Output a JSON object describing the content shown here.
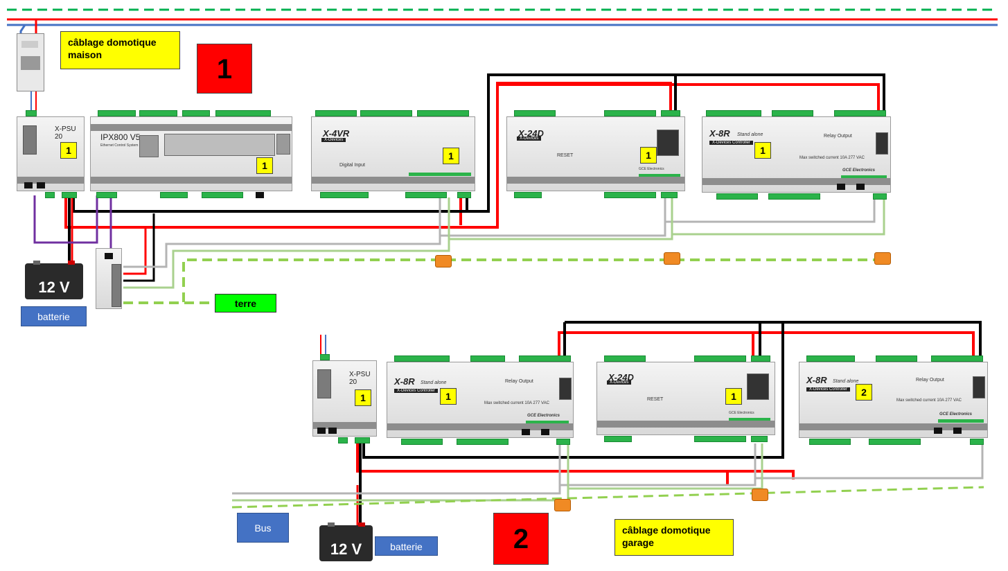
{
  "labels": {
    "house_wiring": "câblage domotique\nmaison",
    "garage_wiring": "câblage domotique\ngarage",
    "section_1": "1",
    "section_2": "2",
    "battery": "batterie",
    "earth": "terre",
    "bus": "Bus",
    "battery_voltage": "12 V"
  },
  "modules": {
    "psu_title": "X-PSU 20",
    "ipx_title": "IPX800 V5",
    "ipx_sub": "Ethernet Control System",
    "x4vr_title": "X-4VR",
    "x4vr_sub": "X-Devices",
    "x4vr_text": "Digital Input",
    "x24d_title": "X-24D",
    "x24d_sub": "X-Devices",
    "x24d_reset": "RESET",
    "x8r_title": "X-8R",
    "x8r_stand": "Stand alone",
    "x8r_sub": "X-Devices Controller",
    "x8r_relay": "Relay Output",
    "x8r_max": "Max switched current 10A 277 VAC",
    "brand": "GCE Electronics"
  },
  "badges": {
    "psu1": "1",
    "ipx": "1",
    "x4vr": "1",
    "x24d_1": "1",
    "x8r_1": "1",
    "psu2": "1",
    "x8r_2": "1",
    "x24d_2": "1",
    "x8r_3": "2"
  },
  "colors": {
    "power_positive": "#ff0000",
    "power_negative": "#000000",
    "bus_grey": "#b4b4b4",
    "bus_green": "#a9d18e",
    "earth_dashed": "#92d050",
    "ethernet_purple": "#7030a0",
    "supply_green_dashed": "#00b050",
    "supply_blue": "#4472c4"
  }
}
